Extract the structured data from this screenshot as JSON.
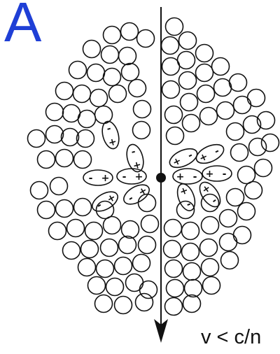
{
  "figure": {
    "panel_label": "A",
    "velocity_label": "v < c/n"
  },
  "particle": {
    "shape": "dot"
  },
  "axis": {
    "direction": "down",
    "shape": "arrow"
  },
  "dipoles": {
    "sign_positive": "+",
    "sign_negative": "-"
  },
  "colors": {
    "panel_label": "#1f3fd6",
    "stroke": "#111111",
    "background": "#ffffff"
  }
}
